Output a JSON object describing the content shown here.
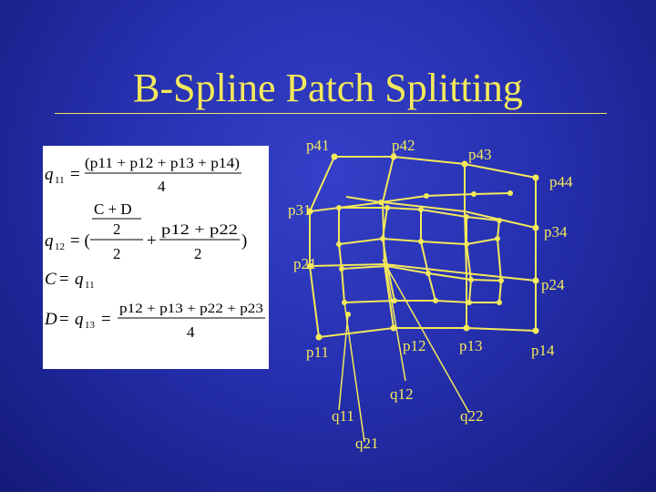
{
  "slide": {
    "title": "B-Spline Patch Splitting",
    "colors": {
      "background": "#2630b0",
      "foreground": "#f4e95a",
      "formula_background": "#ffffff"
    }
  },
  "formulas": {
    "q11": {
      "lhs": "q",
      "lhs_sub": "11",
      "numerator": "(p11 + p12 + p13 + p14)",
      "denominator": "4"
    },
    "q12": {
      "lhs": "q",
      "lhs_sub": "12",
      "frac1_num": "C + D",
      "frac1_den": "2",
      "den_inner": "2",
      "frac2_num": "p12 + p22",
      "frac2_den": "2"
    },
    "c_def": {
      "lhs": "C",
      "rhs": "q",
      "rhs_sub": "11"
    },
    "d_def": {
      "lhs": "D",
      "rhs": "q",
      "rhs_sub": "13",
      "numerator": "p12 + p13 + p22 + p23",
      "denominator": "4"
    }
  },
  "diagram": {
    "points": {
      "p11": "p11",
      "p12": "p12",
      "p13": "p13",
      "p14": "p14",
      "p21": "p21",
      "p24": "p24",
      "p31": "p31",
      "p34": "p34",
      "p41": "p41",
      "p42": "p42",
      "p43": "p43",
      "p44": "p44",
      "q11": "q11",
      "q12": "q12",
      "q21": "q21",
      "q22": "q22"
    }
  }
}
